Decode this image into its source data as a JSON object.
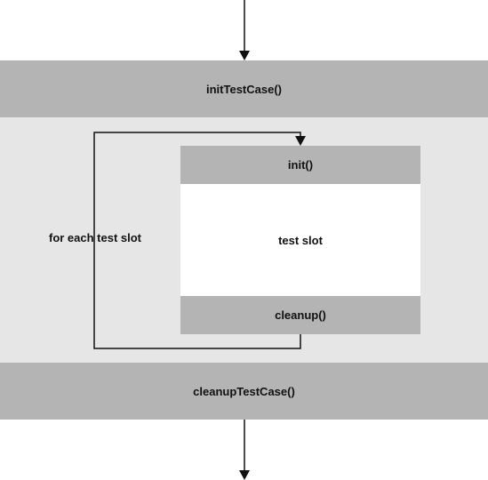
{
  "init_test_case": "initTestCase()",
  "loop_label": "for each test slot",
  "slot": {
    "init": "init()",
    "body": "test slot",
    "cleanup": "cleanup()"
  },
  "cleanup_test_case": "cleanupTestCase()",
  "colors": {
    "dark_band": "#b4b4b4",
    "light_band": "#e6e6e6",
    "line": "#111111"
  }
}
